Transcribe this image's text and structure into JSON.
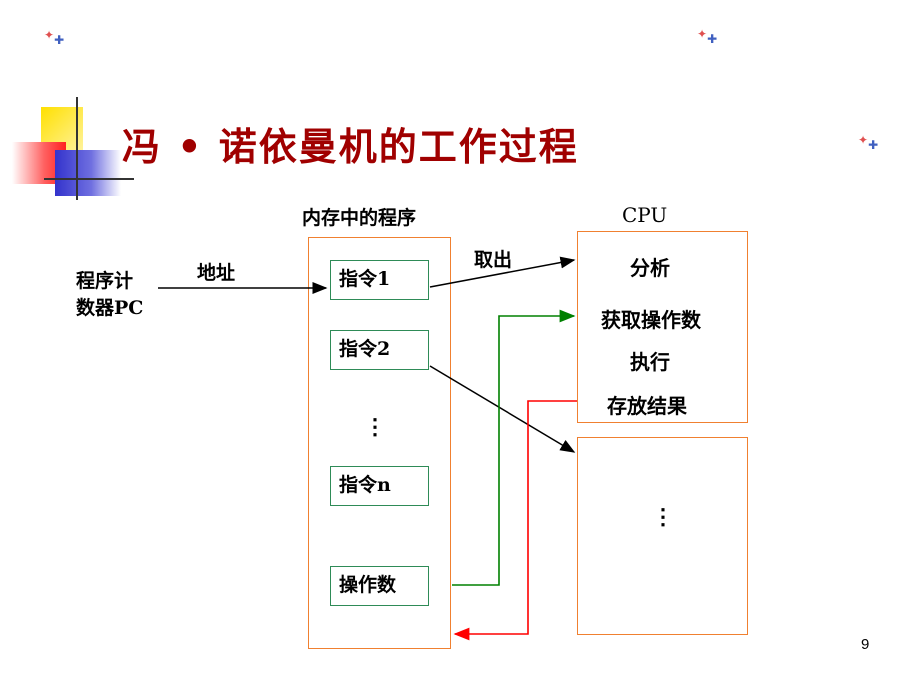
{
  "title": "冯 • 诺依曼机的工作过程",
  "memory_label": "内存中的程序",
  "cpu_label": "CPU",
  "pc_label_line1": "程序计",
  "pc_label_line2": "数器PC",
  "address_label": "地址",
  "fetch_label": "取出",
  "instructions": [
    "指令1",
    "指令2",
    "指令n"
  ],
  "operand_box": "操作数",
  "cpu_steps": [
    "分析",
    "获取操作数",
    "执行",
    "存放结果"
  ],
  "ellipsis_memory": "⋮",
  "ellipsis_lower": "⋮",
  "page_number": "9",
  "colors": {
    "title": "#a00000",
    "box_border": "#f08030",
    "inner_box": "#2e8b57",
    "green_arrow": "#008000",
    "red_arrow": "#ff0000"
  }
}
